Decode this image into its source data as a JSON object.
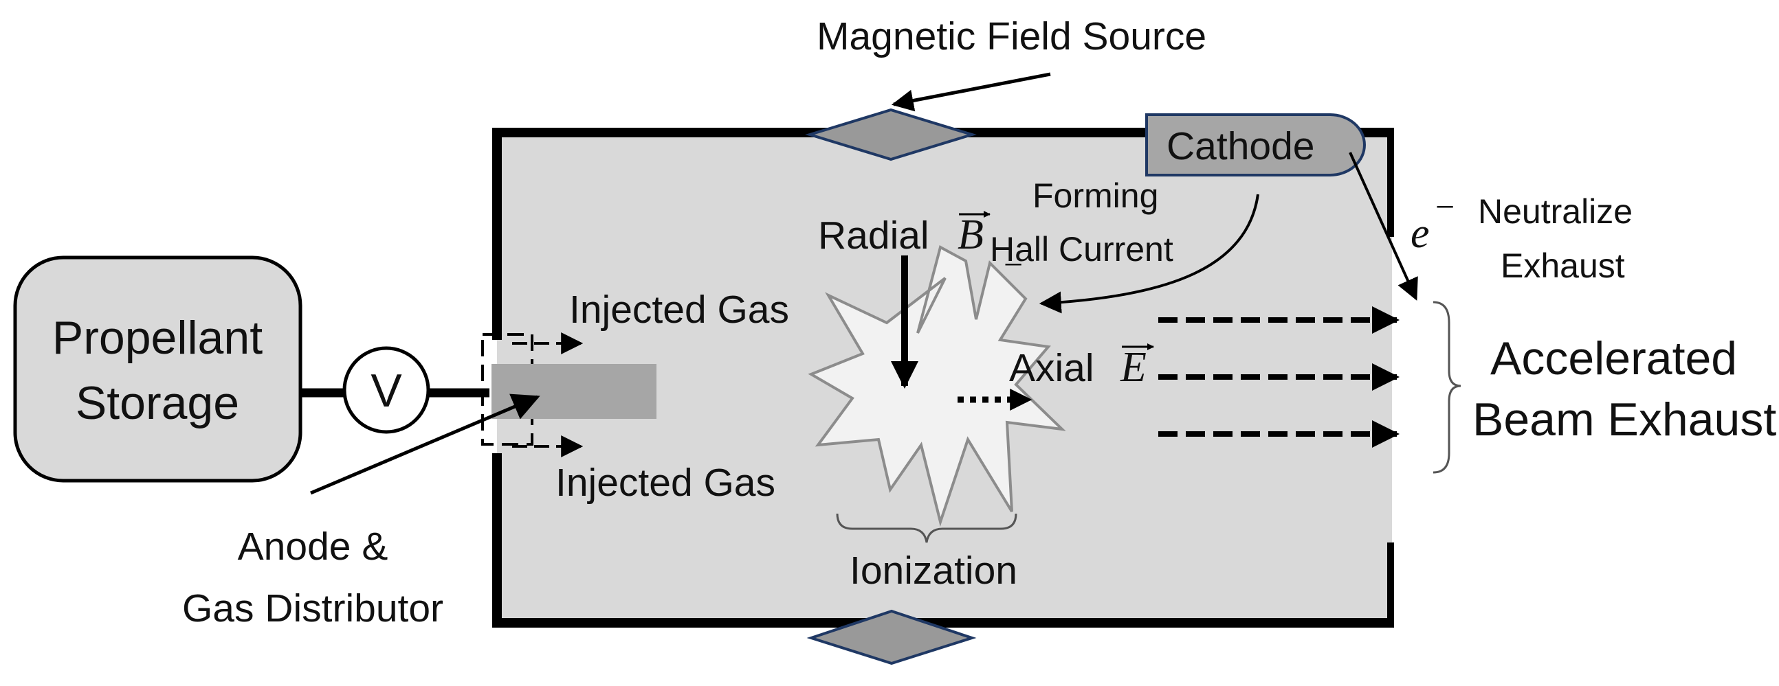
{
  "labels": {
    "magnetic_field_source": "Magnetic Field Source",
    "cathode": "Cathode",
    "forming": "Forming",
    "hall_current": "Hall Current",
    "radial": "Radial",
    "b_symbol": "B",
    "e_electron": "e",
    "electron_sign": "−",
    "neutralize": "Neutralize",
    "exhaust": "Exhaust",
    "injected_gas_top": "Injected Gas",
    "injected_gas_bottom": "Injected Gas",
    "axial": "Axial",
    "e_field_symbol": "E",
    "propellant": "Propellant",
    "storage": "Storage",
    "valve": "V",
    "accelerated": "Accelerated",
    "beam_exhaust": "Beam Exhaust",
    "anode": "Anode &",
    "gas_distributor": "Gas Distributor",
    "ionization": "Ionization"
  },
  "colors": {
    "chamber_fill": "#d9d9d9",
    "line": "#000000",
    "magnet_fill": "#999999",
    "anode_fill": "#a6a6a6",
    "cathode_fill": "#a6a6a6",
    "cathode_stroke": "#1f3864",
    "burst_fill": "#f2f2f2",
    "burst_stroke": "#8c8c8c"
  }
}
